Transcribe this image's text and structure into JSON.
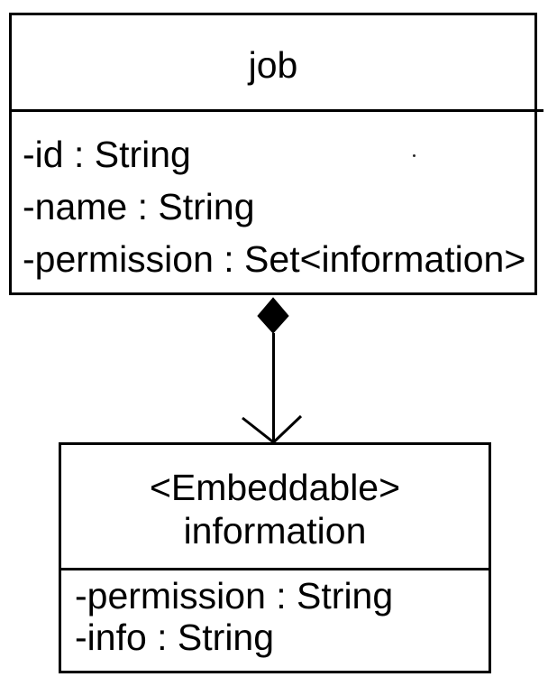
{
  "diagram": {
    "background_color": "#ffffff",
    "stroke_color": "#000000",
    "classes": [
      {
        "name": "job",
        "attributes": [
          "-id : String",
          "-name : String",
          "-permission : Set<information>"
        ]
      },
      {
        "stereotype": "<Embeddable>",
        "name": "information",
        "attributes": [
          "-permission : String",
          "-info : String"
        ]
      }
    ],
    "connector": {
      "type": "composition",
      "from": "job",
      "to": "information",
      "diamond_end": "job",
      "arrow_end": "information"
    }
  }
}
